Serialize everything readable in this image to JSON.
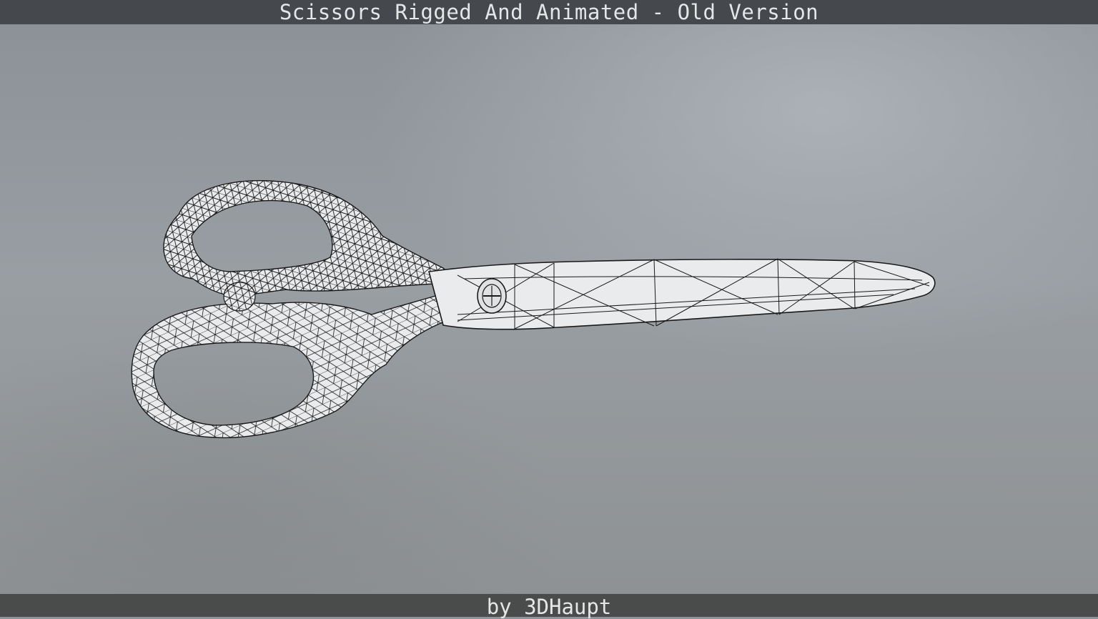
{
  "header": {
    "title": "Scissors Rigged And Animated - Old Version"
  },
  "viewport": {
    "subject": "scissors-wireframe-model",
    "render_mode": "wireframe",
    "background_color": "#959ba0",
    "mesh_fill_color": "#e8eaec",
    "wire_color": "#1a1a1a"
  },
  "footer": {
    "credit": "by 3DHaupt"
  },
  "colors": {
    "bar_background": "#45484c",
    "bar_text": "#e4e6e8"
  }
}
